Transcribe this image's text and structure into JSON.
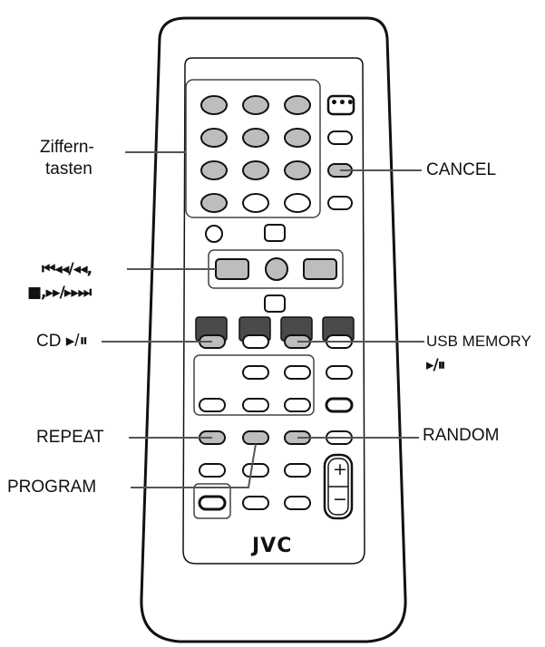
{
  "brand": "JVC",
  "labels": {
    "numeric_line1": "Ziffern-",
    "numeric_line2": "tasten",
    "cancel": "CANCEL",
    "skip_line1": "⏮◂◂/◂◂,",
    "skip_line2": "■,▸▸/▸▸⏭",
    "cd_play": "CD ▸/⏸",
    "usb_line1": "USB MEMORY",
    "usb_line2": "▸/⏸",
    "repeat": "REPEAT",
    "random": "RANDOM",
    "program": "PROGRAM"
  },
  "volume": {
    "plus": "+",
    "minus": "−"
  },
  "dots_button": "•••",
  "colors": {
    "outline": "#111111",
    "button_gray": "#bdbdbd",
    "button_dark": "#4a4a4a",
    "button_white": "#ffffff"
  }
}
